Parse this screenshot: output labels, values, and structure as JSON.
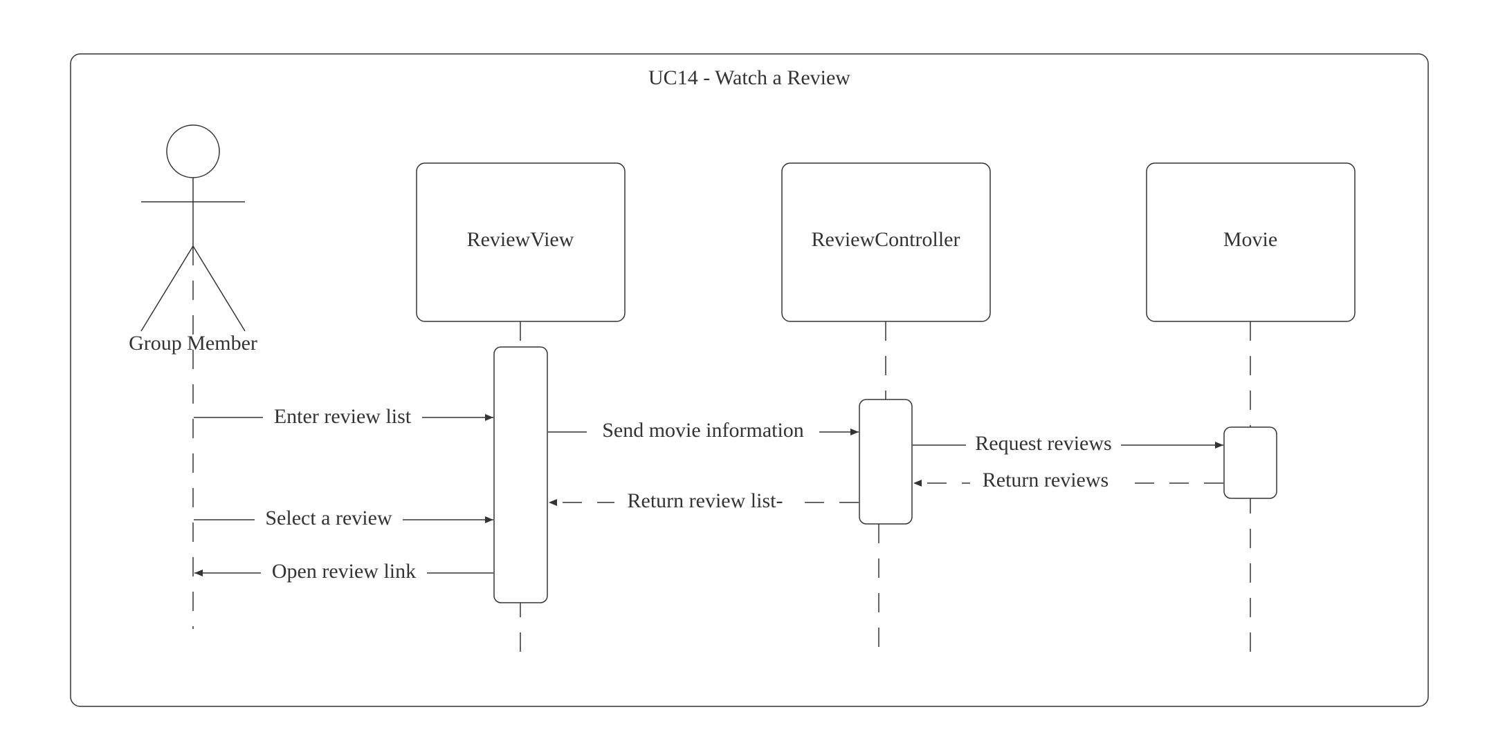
{
  "frame": {
    "title": "UC14 - Watch a Review"
  },
  "actor": {
    "label": "Group Member"
  },
  "lifelines": [
    {
      "id": "review-view",
      "label": "ReviewView"
    },
    {
      "id": "review-controller",
      "label": "ReviewController"
    },
    {
      "id": "movie",
      "label": "Movie"
    }
  ],
  "messages": [
    {
      "id": "enter-review-list",
      "label": "Enter review list",
      "kind": "call"
    },
    {
      "id": "send-movie-information",
      "label": "Send movie information",
      "kind": "call"
    },
    {
      "id": "request-reviews",
      "label": "Request reviews",
      "kind": "call"
    },
    {
      "id": "return-reviews",
      "label": "Return reviews",
      "kind": "return"
    },
    {
      "id": "return-review-list",
      "label": "Return review list-",
      "kind": "return"
    },
    {
      "id": "select-a-review",
      "label": "Select a review",
      "kind": "call"
    },
    {
      "id": "open-review-link",
      "label": "Open review link",
      "kind": "call"
    }
  ],
  "colors": {
    "line": "#333333",
    "background": "#ffffff"
  }
}
